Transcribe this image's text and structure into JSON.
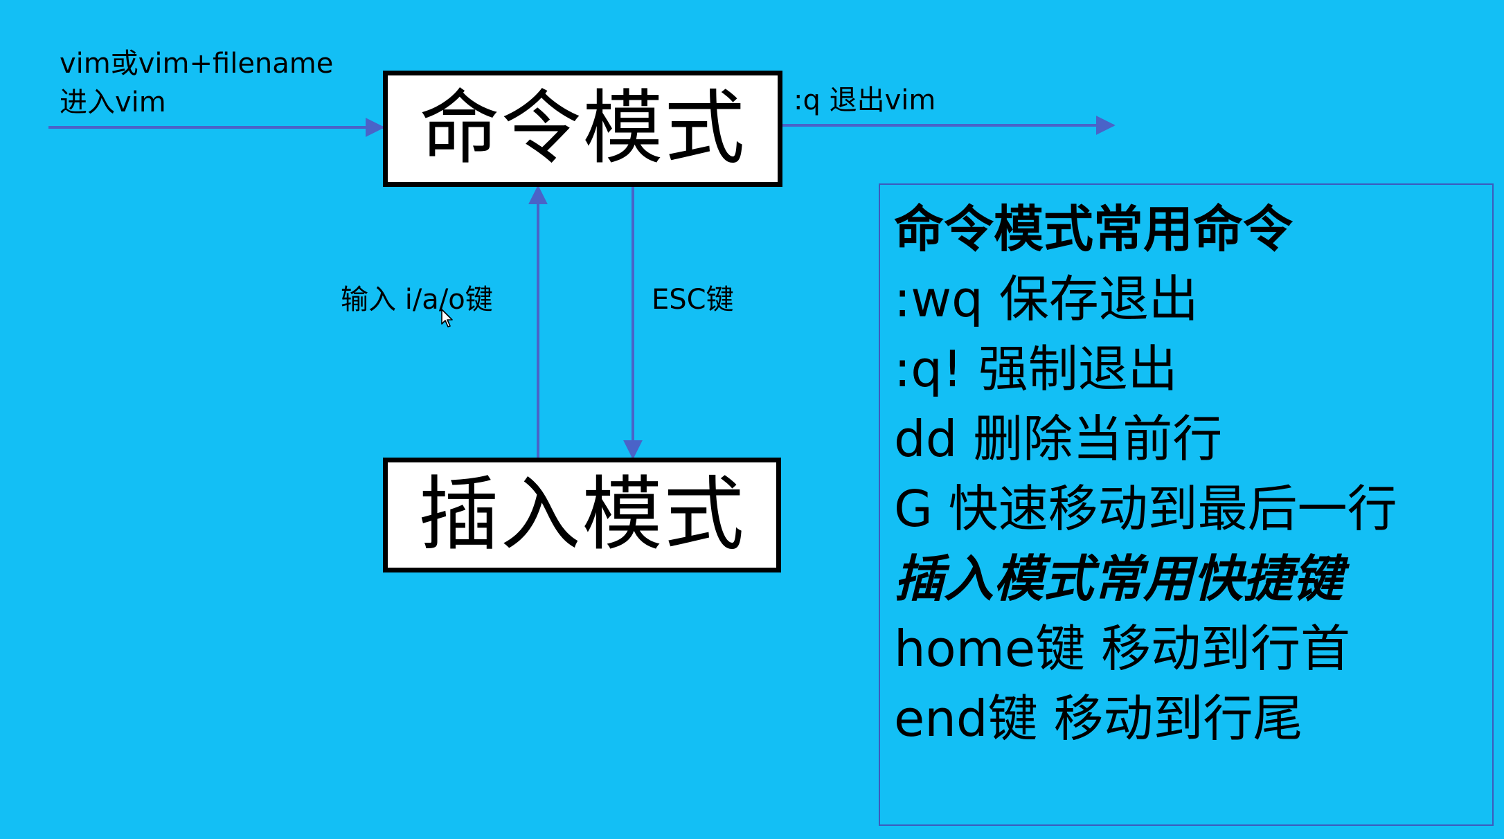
{
  "diagram": {
    "command_mode": "命令模式",
    "insert_mode": "插入模式",
    "enter_vim_line1": "vim或vim+filename",
    "enter_vim_line2": "进入vim",
    "quit_vim": ":q 退出vim",
    "to_insert": "输入 i/a/o键",
    "to_command": "ESC键",
    "colors": {
      "background": "#13bff5",
      "arrow": "#4a63c8",
      "box_border": "#000000"
    }
  },
  "panel": {
    "command_heading": "命令模式常用命令",
    "commands": [
      ":wq 保存退出",
      ":q! 强制退出",
      "dd 删除当前行",
      "G 快速移动到最后一行"
    ],
    "insert_heading": "插入模式常用快捷键",
    "shortcuts": [
      "home键 移动到行首",
      "end键 移动到行尾"
    ]
  }
}
